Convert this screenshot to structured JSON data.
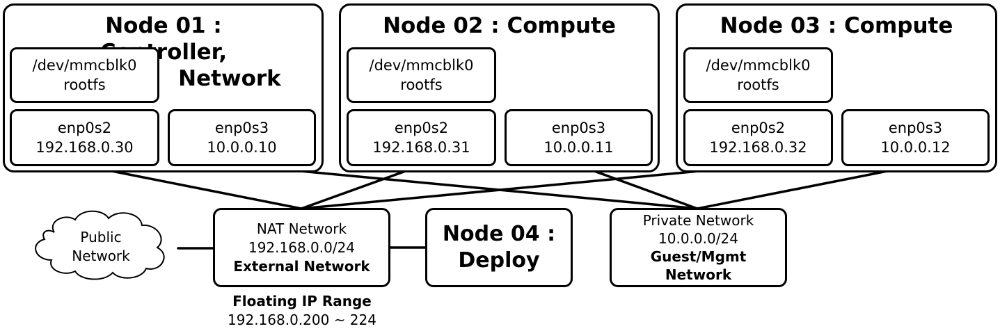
{
  "nodes": [
    {
      "title_line1": "Node 01 : Controller,",
      "title_line2": "Network",
      "storage": {
        "device": "/dev/mmcblk0",
        "fs": "rootfs"
      },
      "nic1": {
        "name": "enp0s2",
        "ip": "192.168.0.30"
      },
      "nic2": {
        "name": "enp0s3",
        "ip": "10.0.0.10"
      }
    },
    {
      "title_line1": "Node 02 : Compute",
      "storage": {
        "device": "/dev/mmcblk0",
        "fs": "rootfs"
      },
      "nic1": {
        "name": "enp0s2",
        "ip": "192.168.0.31"
      },
      "nic2": {
        "name": "enp0s3",
        "ip": "10.0.0.11"
      }
    },
    {
      "title_line1": "Node 03 : Compute",
      "storage": {
        "device": "/dev/mmcblk0",
        "fs": "rootfs"
      },
      "nic1": {
        "name": "enp0s2",
        "ip": "192.168.0.32"
      },
      "nic2": {
        "name": "enp0s3",
        "ip": "10.0.0.12"
      }
    }
  ],
  "public_network": {
    "line1": "Public",
    "line2": "Network"
  },
  "nat_network": {
    "line1": "NAT Network",
    "line2": "192.168.0.0/24",
    "line3": "External Network"
  },
  "deploy_node": {
    "line1": "Node 04 :",
    "line2": "Deploy"
  },
  "private_network": {
    "line1": "Private Network",
    "line2": "10.0.0.0/24",
    "line3": "Guest/Mgmt",
    "line4": "Network"
  },
  "floating_ip": {
    "label": "Floating IP Range",
    "range": "192.168.0.200 ~ 224"
  }
}
